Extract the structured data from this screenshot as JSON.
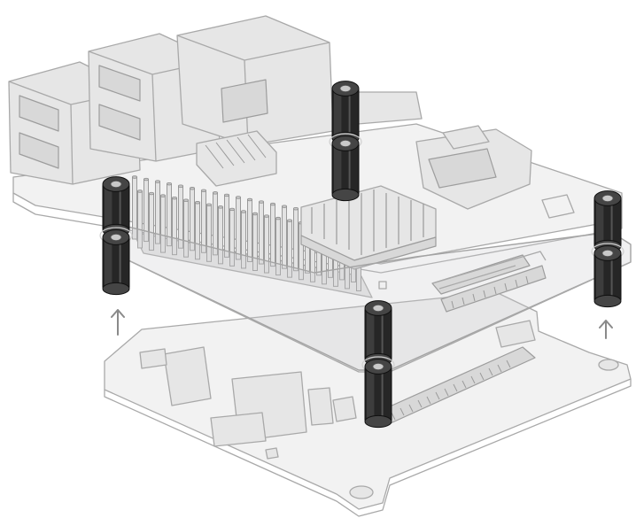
{
  "figure": {
    "description_free": true,
    "colors": {
      "standoff": "#262626",
      "outline": "#a9a9a9",
      "plate": "#e6e6e8",
      "arrow": "#8a8a8a"
    },
    "parts": {
      "raspberry_pi_board": "board",
      "clear_acrylic_plate": "plate",
      "bottom_board": "board",
      "standoffs": 4,
      "assembly_arrows": 2
    }
  }
}
